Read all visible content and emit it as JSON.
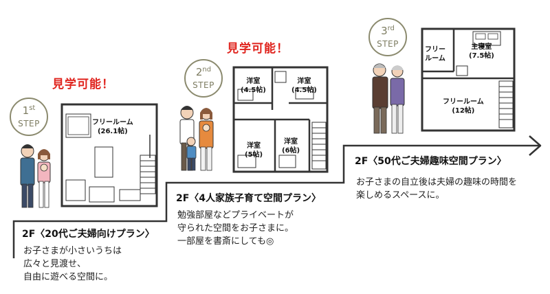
{
  "steps": [
    {
      "badge_num": "1",
      "badge_suffix": "st",
      "badge_step": "STEP",
      "visit_label": "見学可能！",
      "plan_title": "2F〈20代ご夫婦向けプラン〉",
      "desc_lines": [
        "お子さまが小さいうちは",
        "広々と見渡せ、",
        "自由に遊べる空間に。"
      ],
      "rooms": [
        {
          "name": "フリールーム",
          "size": "(26.1帖)"
        }
      ]
    },
    {
      "badge_num": "2",
      "badge_suffix": "nd",
      "badge_step": "STEP",
      "visit_label": "見学可能！",
      "plan_title": "2F〈4人家族子育て空間プラン〉",
      "desc_lines": [
        "勉強部屋などプライベートが",
        "守られた空間をお子さまに。",
        "一部屋を書斎にしても◎"
      ],
      "rooms": [
        {
          "name": "洋室",
          "size": "(4.5帖)"
        },
        {
          "name": "洋室",
          "size": "(4.5帖)"
        },
        {
          "name": "洋室",
          "size": "(5帖)"
        },
        {
          "name": "洋室",
          "size": "(6帖)"
        }
      ]
    },
    {
      "badge_num": "3",
      "badge_suffix": "rd",
      "badge_step": "STEP",
      "plan_title": "2F〈50代ご夫婦趣味空間プラン〉",
      "desc_lines": [
        "お子さまの自立後は夫婦の趣味の時間を",
        "楽しめるスペースに。"
      ],
      "rooms": [
        {
          "name": "フリー",
          "size": "ルーム"
        },
        {
          "name": "主寝室",
          "size": "(7.5帖)"
        },
        {
          "name": "フリールーム",
          "size": "(12帖)"
        }
      ]
    }
  ],
  "colors": {
    "badge": "#8b8a6e",
    "visit": "#e0241e",
    "line": "#333333"
  }
}
